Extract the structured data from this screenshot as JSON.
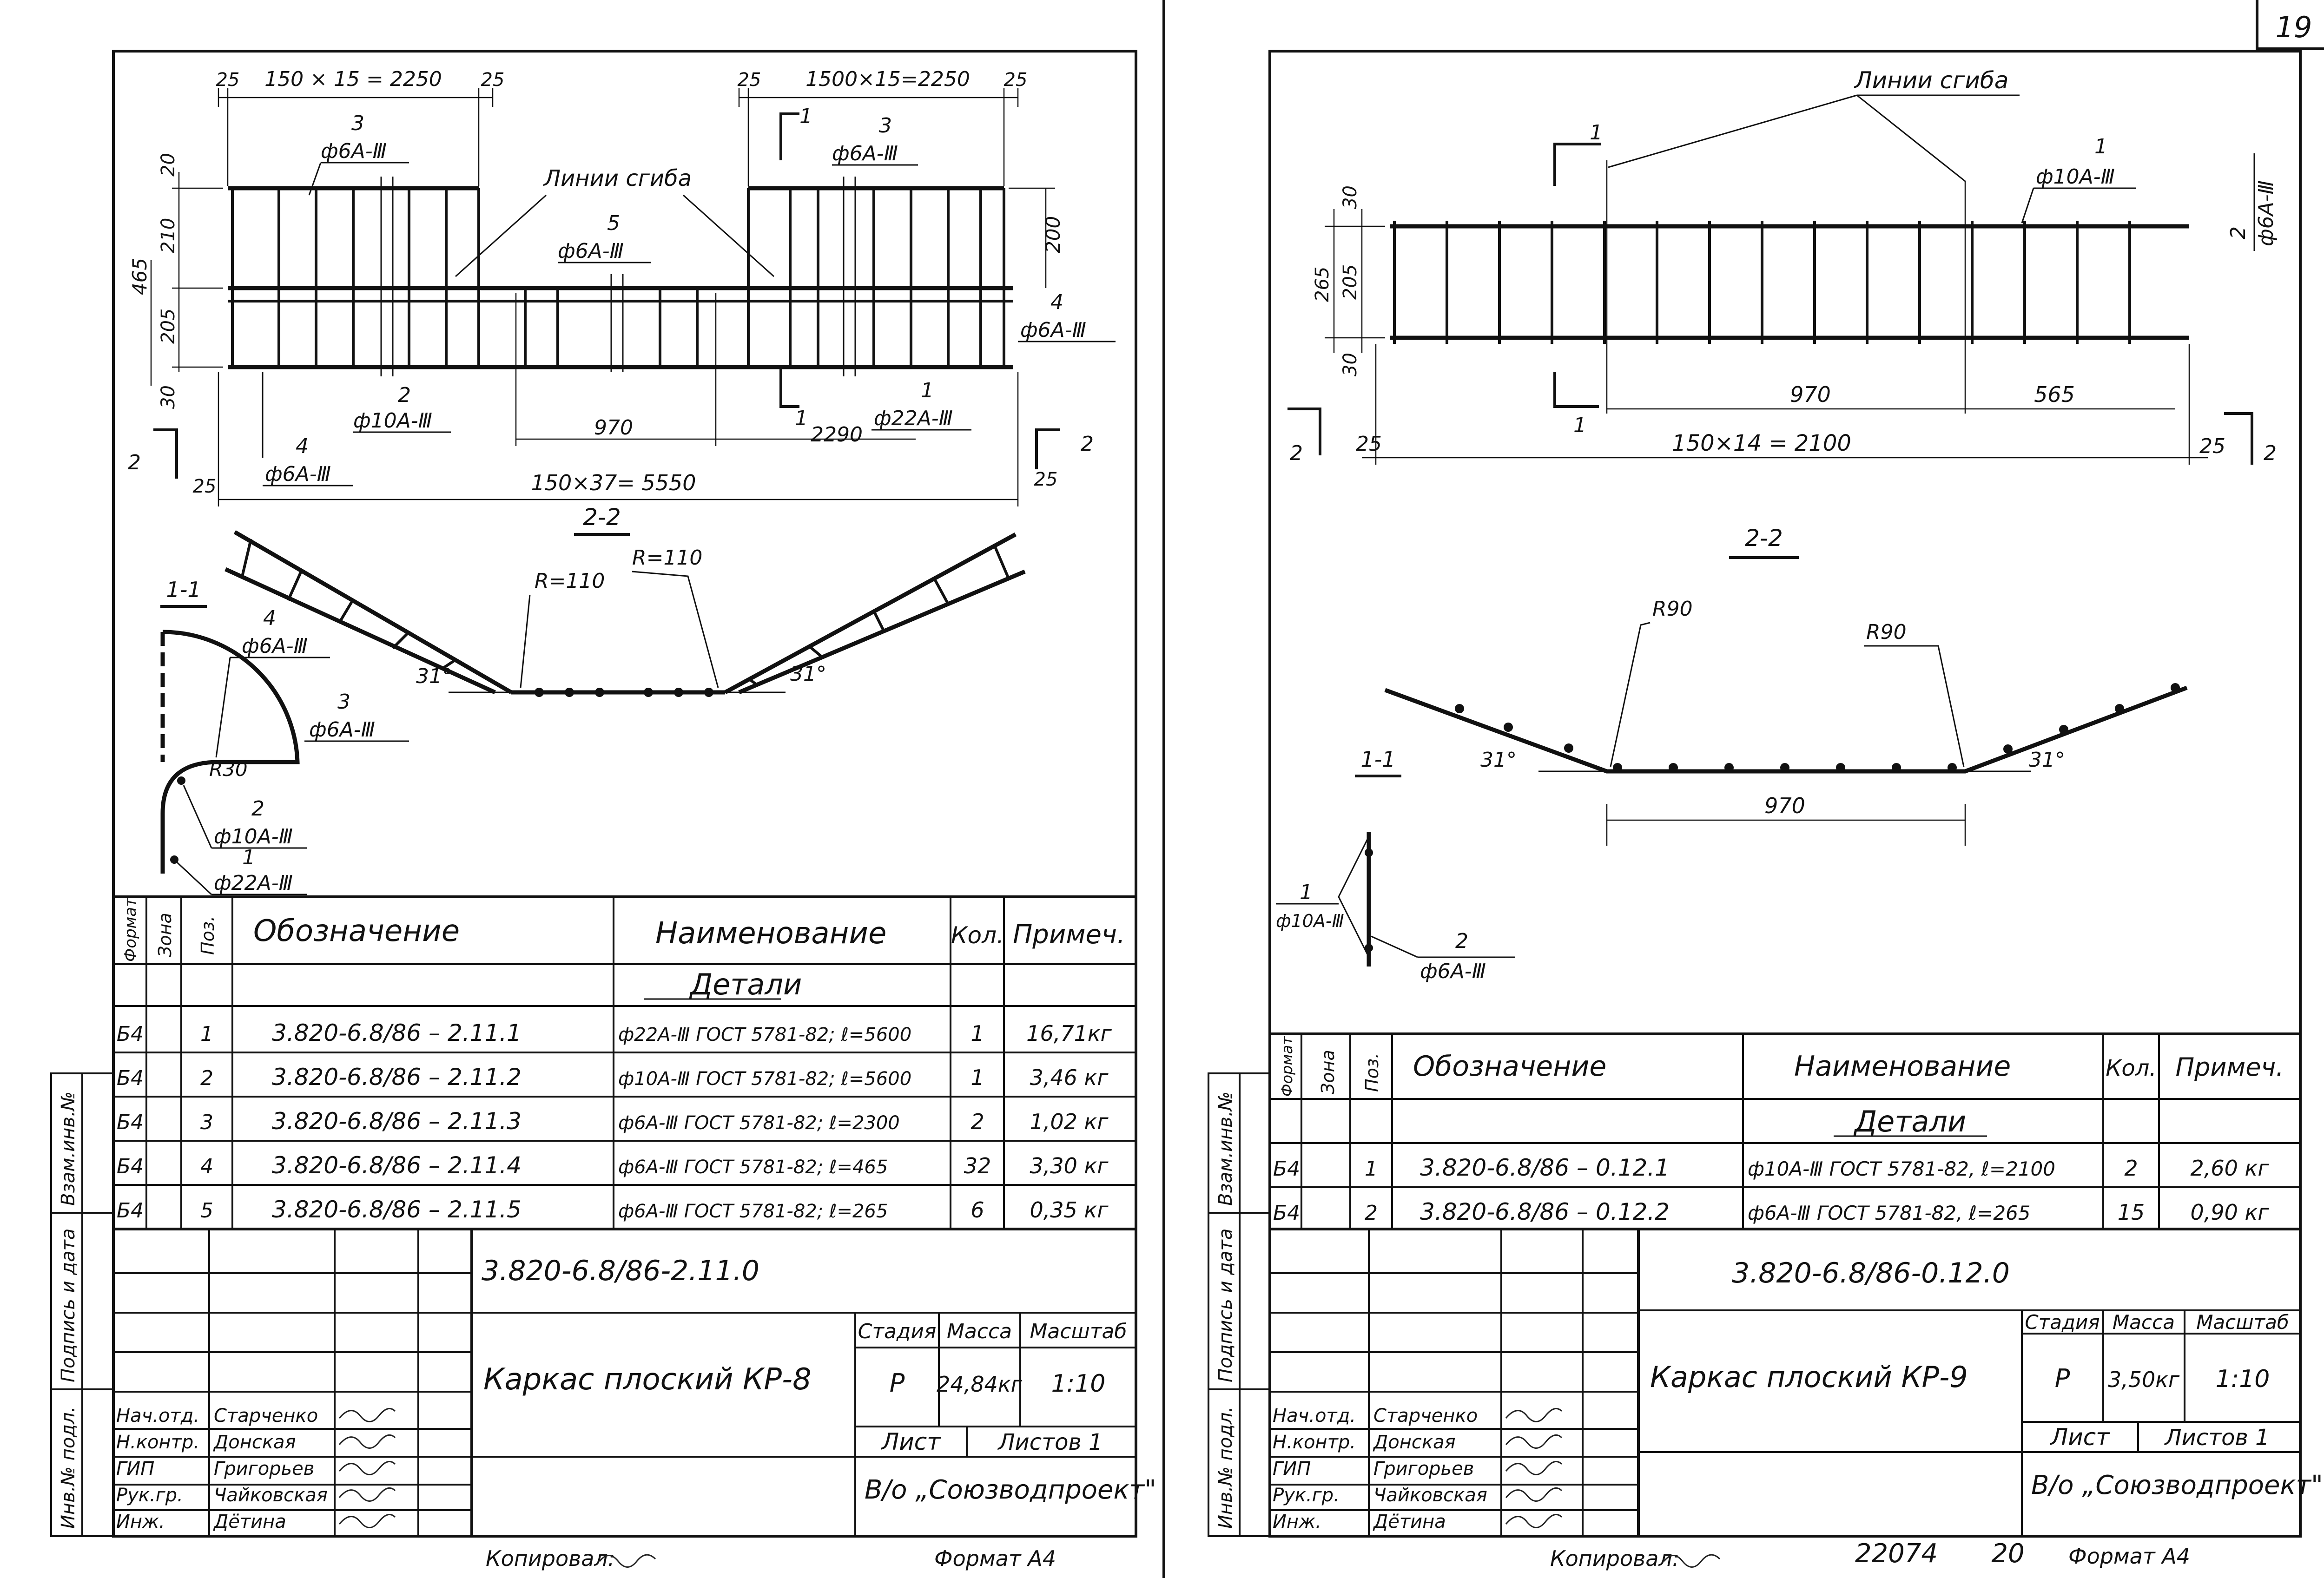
{
  "page_number": "19",
  "footer": {
    "copied_label": "Копировал:",
    "format_left": "Формат А4",
    "format_right": "Формат А4",
    "doc_number": "22074",
    "sheet_num": "20"
  },
  "side_stamp": {
    "inv_podl": "Инв.№ подл.",
    "podpis": "Подпись и дата",
    "vzam": "Взам.инв.№"
  },
  "left": {
    "dims": {
      "top_left": "150 × 15 = 2250",
      "top_right": "1500×15=2250",
      "d25": "25",
      "d20": "20",
      "d210": "210",
      "d205": "205",
      "d30": "30",
      "d465": "465",
      "d200": "200",
      "d970": "970",
      "d2290": "2290",
      "total": "150×37= 5550"
    },
    "labels": {
      "bend_lines": "Линии сгиба",
      "section_2_2": "2-2",
      "section_1_1": "1-1",
      "r110a": "R=110",
      "r110b": "R=110",
      "angle_a": "31°",
      "angle_b": "31°",
      "r30": "R30",
      "cut1": "1",
      "cut2": "2"
    },
    "callouts": [
      {
        "num": "3",
        "bar": "ф6А-Ⅲ"
      },
      {
        "num": "5",
        "bar": "ф6А-Ⅲ"
      },
      {
        "num": "3",
        "bar": "ф6А-Ⅲ"
      },
      {
        "num": "4",
        "bar": "ф6А-Ⅲ"
      },
      {
        "num": "2",
        "bar": "ф10А-Ⅲ"
      },
      {
        "num": "1",
        "bar": "ф22А-Ⅲ"
      },
      {
        "num": "4",
        "bar": "ф6А-Ⅲ"
      },
      {
        "num": "4",
        "bar": "ф6А-Ⅲ"
      },
      {
        "num": "3",
        "bar": "ф6А-Ⅲ"
      },
      {
        "num": "2",
        "bar": "ф10А-Ⅲ"
      },
      {
        "num": "1",
        "bar": "ф22А-Ⅲ"
      }
    ],
    "spec": {
      "headers": [
        "Формат",
        "Зона",
        "Поз.",
        "Обозначение",
        "Наименование",
        "Кол.",
        "Примеч."
      ],
      "section": "Детали",
      "rows": [
        {
          "fmt": "Б4",
          "zone": "",
          "pos": "1",
          "designation": "3.820-6.8/86 – 2.11.1",
          "name": "ф22А-Ⅲ ГОСТ 5781-82; ℓ=5600",
          "qty": "1",
          "note": "16,71кг"
        },
        {
          "fmt": "Б4",
          "zone": "",
          "pos": "2",
          "designation": "3.820-6.8/86 – 2.11.2",
          "name": "ф10А-Ⅲ ГОСТ 5781-82; ℓ=5600",
          "qty": "1",
          "note": "3,46 кг"
        },
        {
          "fmt": "Б4",
          "zone": "",
          "pos": "3",
          "designation": "3.820-6.8/86 – 2.11.3",
          "name": "ф6А-Ⅲ ГОСТ 5781-82; ℓ=2300",
          "qty": "2",
          "note": "1,02 кг"
        },
        {
          "fmt": "Б4",
          "zone": "",
          "pos": "4",
          "designation": "3.820-6.8/86 – 2.11.4",
          "name": "ф6А-Ⅲ ГОСТ 5781-82; ℓ=465",
          "qty": "32",
          "note": "3,30 кг"
        },
        {
          "fmt": "Б4",
          "zone": "",
          "pos": "5",
          "designation": "3.820-6.8/86 – 2.11.5",
          "name": "ф6А-Ⅲ ГОСТ 5781-82; ℓ=265",
          "qty": "6",
          "note": "0,35 кг"
        }
      ]
    },
    "title_block": {
      "doc_code": "3.820-6.8/86-2.11.0",
      "title": "Каркас плоский КР-8",
      "stage_label": "Стадия",
      "mass_label": "Масса",
      "scale_label": "Масштаб",
      "stage": "Р",
      "mass": "24,84кг",
      "scale": "1:10",
      "sheet_label": "Лист",
      "sheets_label": "Листов 1",
      "org": "В/о „Союзводпроект\"",
      "people": [
        {
          "role": "Нач.отд.",
          "name": "Старченко"
        },
        {
          "role": "Н.контр.",
          "name": "Донская"
        },
        {
          "role": "ГИП",
          "name": "Григорьев"
        },
        {
          "role": "Рук.гр.",
          "name": "Чайковская"
        },
        {
          "role": "Инж.",
          "name": "Дётина"
        }
      ]
    }
  },
  "right": {
    "dims": {
      "d30a": "30",
      "d205": "205",
      "d265": "265",
      "d30b": "30",
      "d970": "970",
      "d565": "565",
      "d25a": "25",
      "d25b": "25",
      "total": "150×14 = 2100",
      "d970b": "970"
    },
    "labels": {
      "bend_lines": "Линии сгиба",
      "section_2_2": "2-2",
      "section_1_1": "1-1",
      "r90a": "R90",
      "r90b": "R90",
      "angle_a": "31°",
      "angle_b": "31°",
      "cut1": "1",
      "cut2": "2"
    },
    "callouts": [
      {
        "num": "1",
        "bar": "ф10А-Ⅲ"
      },
      {
        "num": "2",
        "bar": "ф6А-Ⅲ"
      },
      {
        "num": "1",
        "bar": "ф10А-Ⅲ"
      },
      {
        "num": "2",
        "bar": "ф6А-Ⅲ"
      }
    ],
    "spec": {
      "headers": [
        "Формат",
        "Зона",
        "Поз.",
        "Обозначение",
        "Наименование",
        "Кол.",
        "Примеч."
      ],
      "section": "Детали",
      "rows": [
        {
          "fmt": "Б4",
          "zone": "",
          "pos": "1",
          "designation": "3.820-6.8/86 – 0.12.1",
          "name": "ф10А-Ⅲ ГОСТ 5781-82, ℓ=2100",
          "qty": "2",
          "note": "2,60 кг"
        },
        {
          "fmt": "Б4",
          "zone": "",
          "pos": "2",
          "designation": "3.820-6.8/86 – 0.12.2",
          "name": "ф6А-Ⅲ ГОСТ 5781-82, ℓ=265",
          "qty": "15",
          "note": "0,90 кг"
        }
      ]
    },
    "title_block": {
      "doc_code": "3.820-6.8/86-0.12.0",
      "title": "Каркас плоский КР-9",
      "stage_label": "Стадия",
      "mass_label": "Масса",
      "scale_label": "Масштаб",
      "stage": "Р",
      "mass": "3,50кг",
      "scale": "1:10",
      "sheet_label": "Лист",
      "sheets_label": "Листов 1",
      "org": "В/о „Союзводпроект\"",
      "people": [
        {
          "role": "Нач.отд.",
          "name": "Старченко"
        },
        {
          "role": "Н.контр.",
          "name": "Донская"
        },
        {
          "role": "ГИП",
          "name": "Григорьев"
        },
        {
          "role": "Рук.гр.",
          "name": "Чайковская"
        },
        {
          "role": "Инж.",
          "name": "Дётина"
        }
      ]
    }
  }
}
